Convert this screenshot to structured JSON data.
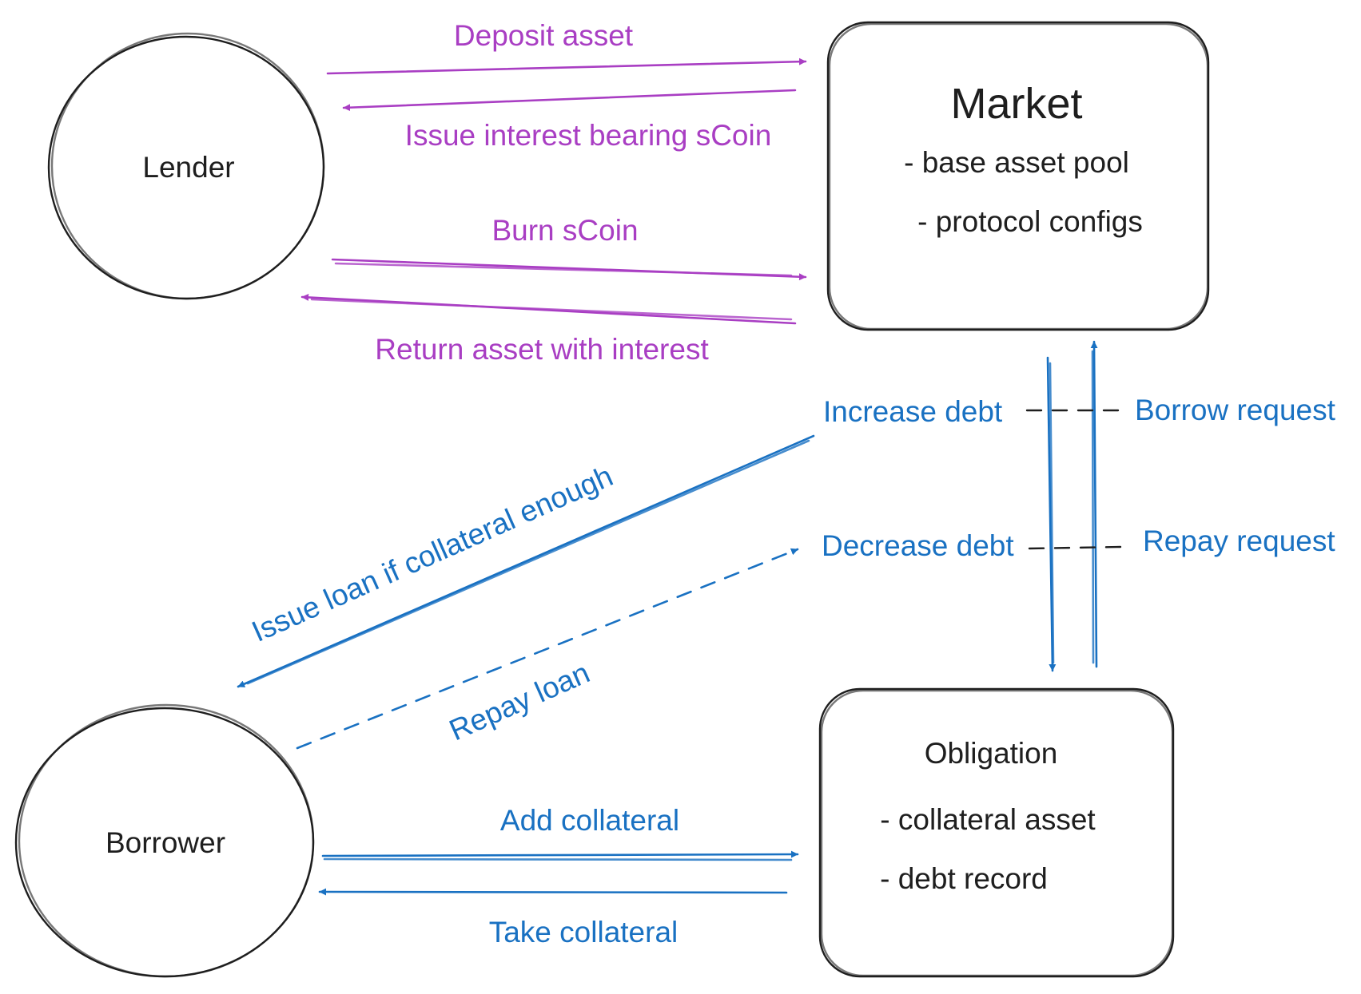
{
  "nodes": {
    "lender": {
      "title": "Lender"
    },
    "borrower": {
      "title": "Borrower"
    },
    "market": {
      "title": "Market",
      "items": [
        "- base asset pool",
        "- protocol configs"
      ]
    },
    "obligation": {
      "title": "Obligation",
      "items": [
        "- collateral asset",
        "- debt record"
      ]
    }
  },
  "edges": {
    "deposit_asset": "Deposit asset",
    "issue_scoin": "Issue interest bearing sCoin",
    "burn_scoin": "Burn sCoin",
    "return_asset": "Return asset with interest",
    "increase_debt": "Increase debt",
    "borrow_request": "Borrow request",
    "decrease_debt": "Decrease debt",
    "repay_request": "Repay request",
    "issue_loan": "Issue loan if collateral enough",
    "repay_loan": "Repay loan",
    "add_collateral": "Add collateral",
    "take_collateral": "Take collateral"
  },
  "colors": {
    "lender_flow": "#a93ec3",
    "borrower_flow": "#1971c2",
    "ink": "#1e1e1e"
  }
}
